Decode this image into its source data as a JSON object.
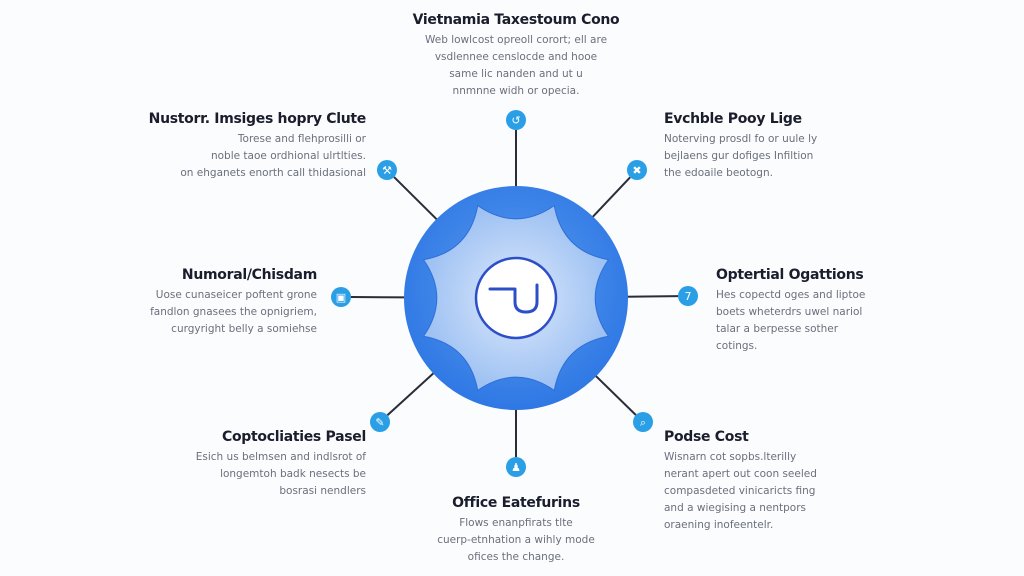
{
  "colors": {
    "accent": "#2a9fe6",
    "circle": "#3d86ea",
    "star": "#a8c8f4",
    "line": "#2a2d38",
    "center_ring": "#2c4fc9"
  },
  "center": {
    "logo_icon": "tu-logo-icon"
  },
  "nodes": [
    {
      "id": "top",
      "title": "Vietnamia Taxestoum Cono",
      "lines": [
        "Web lowlcost opreoll corort; ell are",
        "vsdlennee censlocde and hooe",
        "same lic nanden and ut u",
        "nnmnne widh or opecia."
      ],
      "icon": "clock-icon"
    },
    {
      "id": "top-left",
      "title": "Nustorr. Imsiges hopry Clute",
      "lines": [
        "Torese and flehprosilli or",
        "noble taoe ordhional ulrtlties.",
        "on ehganets enorth call thidasional"
      ],
      "icon": "tools-icon"
    },
    {
      "id": "top-right",
      "title": "Evchble Pooy Lige",
      "lines": [
        "Noterving prosdl fo or uule ly",
        "bejlaens gur dofiges Infiltion",
        "the edoaile beotogn."
      ],
      "icon": "cross-icon"
    },
    {
      "id": "left",
      "title": "Numoral/Chisdam",
      "lines": [
        "Uose cunaseicer poftent grone",
        "fandlon gnasees the opnigriem,",
        "curgyright belly a somiehse"
      ],
      "icon": "square-icon"
    },
    {
      "id": "right",
      "title": "Optertial Ogattions",
      "lines": [
        "Hes copectd oges and liptoe",
        "boets wheterdrs uwel nariol",
        "talar a berpesse sother",
        "cotings."
      ],
      "icon": "number-7-icon"
    },
    {
      "id": "bottom-left",
      "title": "Coptocliaties Pasel",
      "lines": [
        "Esich us belmsen and indlsrot of",
        "longemtoh badk nesects be",
        "bosrasi nendlers"
      ],
      "icon": "pen-icon"
    },
    {
      "id": "bottom-right",
      "title": "Podse Cost",
      "lines": [
        "Wisnarn cot sopbs.lterilly",
        "nerant apert out coon seeled",
        "compasdeted vinicaricts fing",
        "and a wiegising a nentpors",
        "oraening inofeentelr."
      ],
      "icon": "search-icon"
    },
    {
      "id": "bottom",
      "title": "Office Eatefurins",
      "lines": [
        "Flows enanpfirats tlte",
        "cuerp-etnhation a wihly mode",
        "ofices the change."
      ],
      "icon": "person-icon"
    }
  ]
}
